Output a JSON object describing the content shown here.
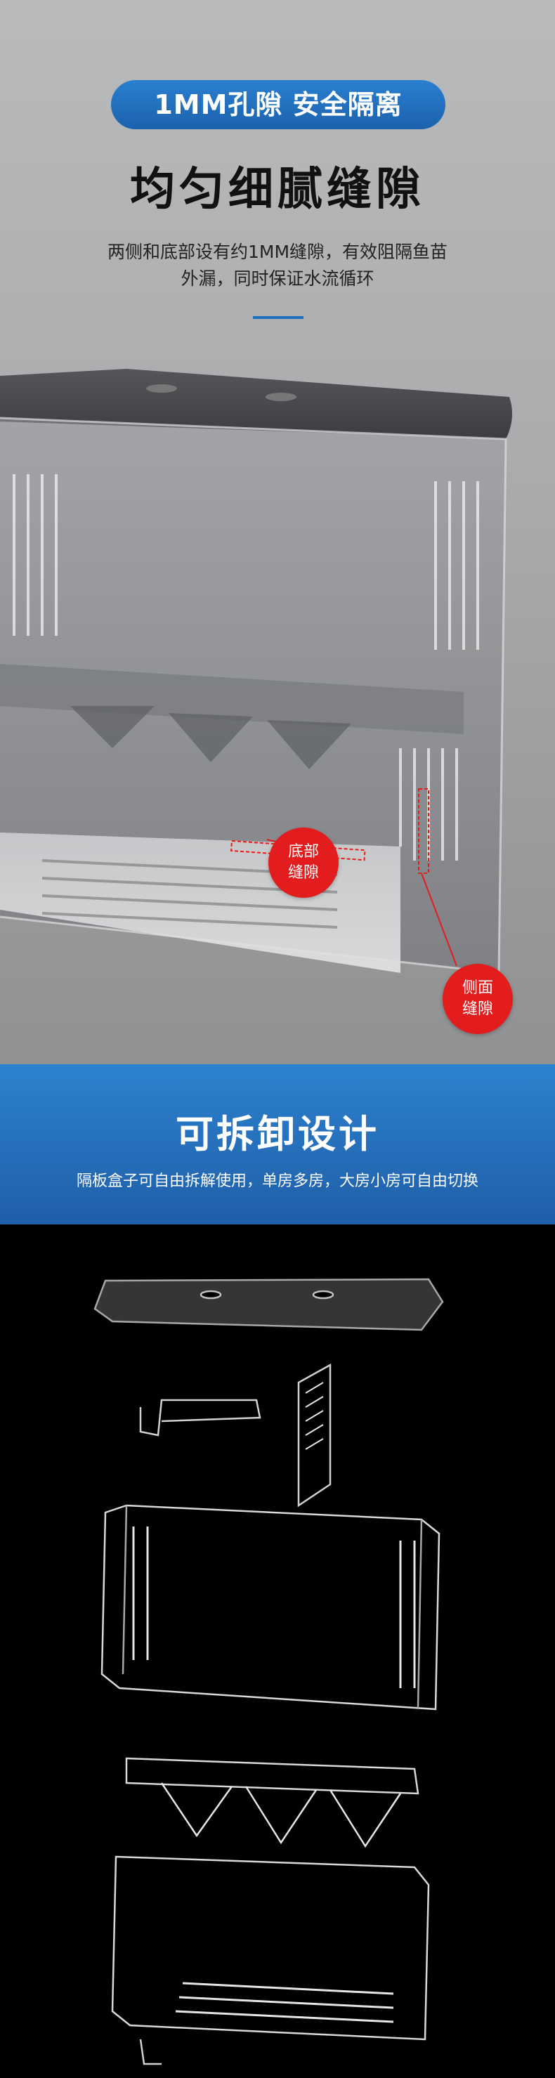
{
  "feature1": {
    "pill_text": "1MM孔隙 安全隔离",
    "title": "均匀细腻缝隙",
    "description_line1": "两侧和底部设有约1MM缝隙，有效阻隔鱼苗",
    "description_line2": "外漏，同时保证水流循环",
    "callouts": {
      "bottom": {
        "line1": "底部",
        "line2": "缝隙"
      },
      "side": {
        "line1": "侧面",
        "line2": "缝隙"
      }
    }
  },
  "feature2": {
    "title": "可拆卸设计",
    "description": "隔板盒子可自由拆解使用，单房多房，大房小房可自由切换"
  },
  "colors": {
    "accent_blue": "#1f6fc0",
    "callout_red": "#e31d1d",
    "banner_blue": "#2d82cf"
  }
}
